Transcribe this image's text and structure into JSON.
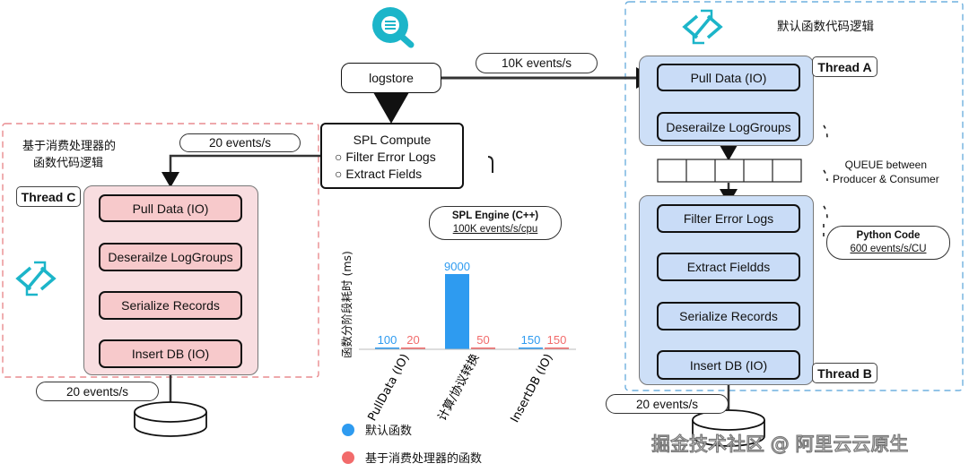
{
  "diagram": {
    "logstore_label": "logstore",
    "top_rate": "10K events/s",
    "left_rate_top": "20 events/s",
    "left_rate_bottom": "20 events/s",
    "right_rate_bottom": "20 events/s",
    "spl": {
      "title": "SPL Compute",
      "items": [
        "Filter Error Logs",
        "Extract Fields"
      ]
    },
    "spl_engine": {
      "title": "SPL Engine (C++)",
      "rate": "100K events/s/cpu"
    },
    "left_panel": {
      "title_line1": "基于消费处理器的",
      "title_line2": "函数代码逻辑",
      "thread": "Thread C",
      "steps": [
        "Pull Data (IO)",
        "Deserailze LogGroups",
        "Serialize Records",
        "Insert DB (IO)"
      ]
    },
    "right_panel": {
      "title": "默认函数代码逻辑",
      "thread_a": "Thread A",
      "thread_b": "Thread B",
      "steps_a": [
        "Pull Data (IO)",
        "Deserailze LogGroups"
      ],
      "queue_label_line1": "QUEUE between",
      "queue_label_line2": "Producer & Consumer",
      "steps_b": [
        "Filter Error Logs",
        "Extract Fieldds",
        "Serialize Records",
        "Insert DB (IO)"
      ],
      "python_code": {
        "title": "Python Code",
        "rate": "600 events/s/CU"
      }
    },
    "icons": [
      "search-icon",
      "function-logo-icon"
    ],
    "colors": {
      "accent_teal": "#1cb5c9",
      "pink_fill": "#f7c9cb",
      "blue_fill": "#c9dcf7",
      "default_series": "#2e9bf0",
      "consumer_series": "#f26b6b"
    }
  },
  "chart_data": {
    "type": "bar",
    "ylabel": "函数分阶段耗时 (ms)",
    "categories": [
      "PullData (IO)",
      "计算/协议转换",
      "InsertDB (IO)"
    ],
    "series": [
      {
        "name": "默认函数",
        "values": [
          100,
          9000,
          150
        ],
        "color": "#2e9bf0"
      },
      {
        "name": "基于消费处理器的函数",
        "values": [
          20,
          50,
          150
        ],
        "color": "#f26b6b"
      }
    ],
    "ylim": [
      0,
      9000
    ],
    "legend": "bottom-left"
  },
  "watermark": "掘金技术社区 @ 阿里云云原生"
}
